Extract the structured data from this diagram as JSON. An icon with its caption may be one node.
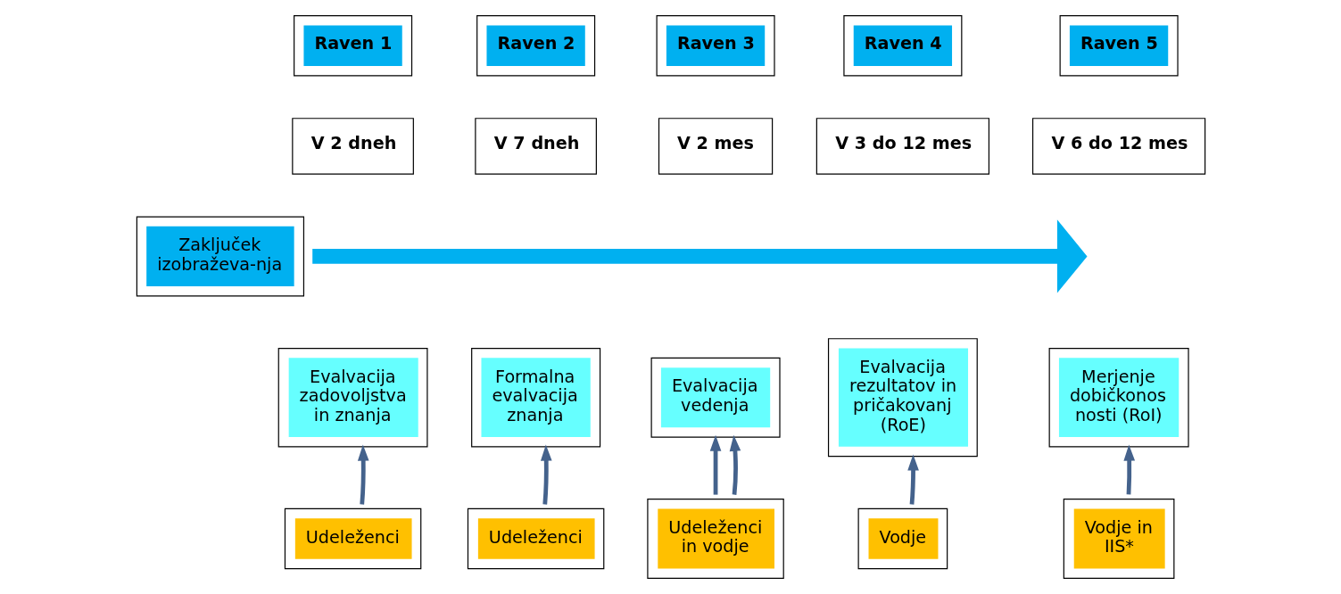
{
  "diagram": {
    "nodes": [
      {
        "text": [
          "Zaključek izobraževa-nja"
        ]
      },
      {
        "text": [
          "Raven 1"
        ]
      },
      {
        "text": [
          "Raven 2"
        ]
      },
      {
        "text": [
          "Raven 3"
        ]
      },
      {
        "text": [
          "Raven 4"
        ]
      },
      {
        "text": [
          "Raven 5"
        ]
      },
      {
        "text": [
          "V 2 dneh"
        ]
      },
      {
        "text": [
          "V 7 dneh"
        ]
      },
      {
        "text": [
          "V 2 mes"
        ]
      },
      {
        "text": [
          "V 3 do 12 mes"
        ]
      },
      {
        "text": [
          "V 6 do 12 mes"
        ]
      },
      {
        "text": [
          "Evalvacija zadovoljstva in znanja"
        ]
      },
      {
        "text": [
          "Formalna evalvacija znanja"
        ]
      },
      {
        "text": [
          "Evalvacija vedenja"
        ]
      },
      {
        "text": [
          "Evalvacija rezultatov in pričakovanj (RoE)"
        ]
      },
      {
        "text": [
          "Merjenje dobičkonos nosti (RoI)"
        ]
      },
      {
        "text": [
          "Udeleženci"
        ]
      },
      {
        "text": [
          "Udeleženci"
        ]
      },
      {
        "text": [
          "Udeleženci in vodje"
        ]
      },
      {
        "text": [
          "Vodje"
        ]
      },
      {
        "text": [
          "Vodje in IIS*"
        ]
      }
    ],
    "edges": [
      {
        "from": 0,
        "to": null,
        "arrow": "to",
        "style": "thick",
        "color": "#00b0f0"
      },
      {
        "from": 16,
        "to": 11,
        "arrow": "to"
      },
      {
        "from": 17,
        "to": 12,
        "arrow": "to"
      },
      {
        "from": 18,
        "to": 13,
        "arrow": "to"
      },
      {
        "from": 18,
        "to": 13,
        "arrow": "to"
      },
      {
        "from": 19,
        "to": 14,
        "arrow": "to"
      },
      {
        "from": 20,
        "to": 15,
        "arrow": "to"
      }
    ]
  }
}
